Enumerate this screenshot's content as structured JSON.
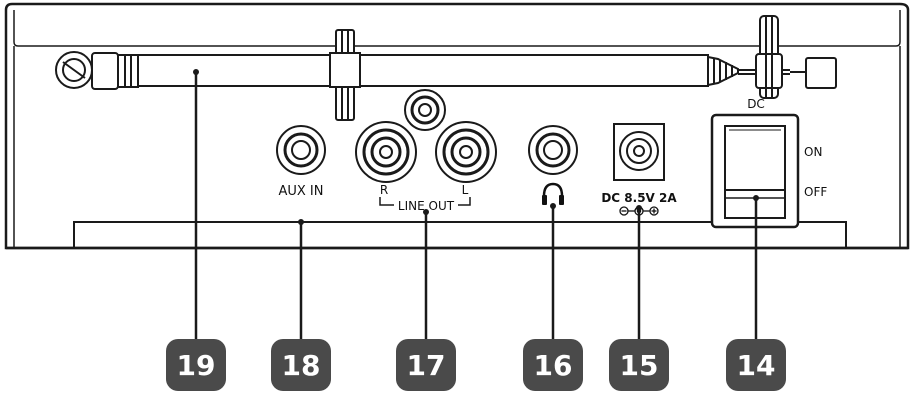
{
  "labels": {
    "aux_in": "AUX IN",
    "line_out": "LINE OUT",
    "line_r": "R",
    "line_l": "L",
    "dc_power": "DC 8.5V 2A",
    "switch_title": "DC",
    "switch_on": "ON",
    "switch_off": "OFF"
  },
  "callouts": [
    "19",
    "18",
    "17",
    "16",
    "15",
    "14"
  ],
  "colors": {
    "outline": "#1a1a1a",
    "badge": "#4a4a4a",
    "badge_text": "#ffffff"
  },
  "icons": {
    "headphone_port": "headphones-icon",
    "polarity": "center-positive-polarity-icon",
    "antenna": "telescopic-antenna"
  }
}
